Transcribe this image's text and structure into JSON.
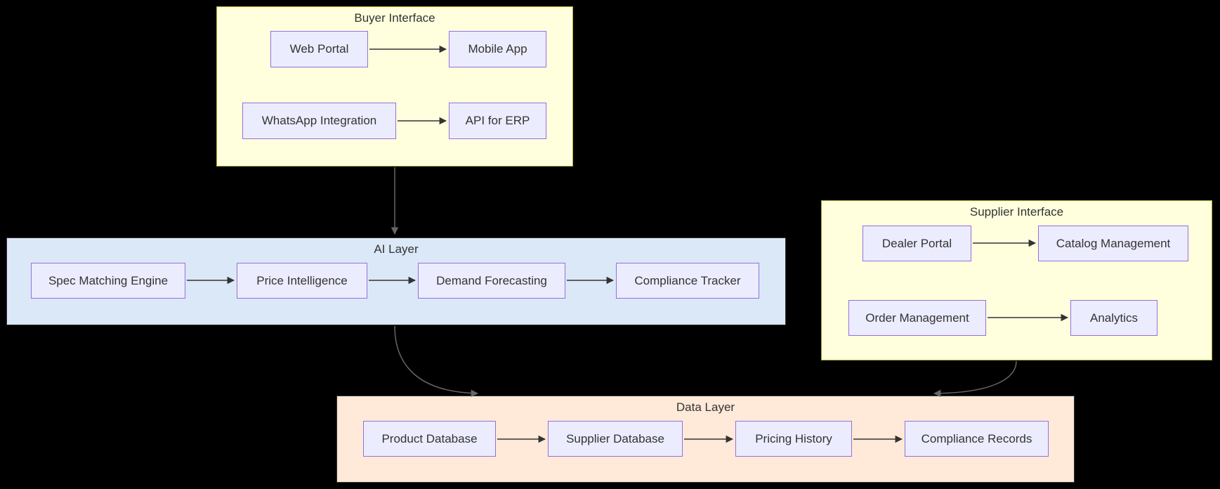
{
  "colors": {
    "background": "#000000",
    "text_color": "#333333",
    "node_fill": "#ECECFF",
    "node_border": "#9370DB",
    "cluster_yellow_fill": "#ffffde",
    "cluster_yellow_border": "#aaaa33",
    "cluster_blue_fill": "#dbe8f7",
    "cluster_peach_fill": "#ffe9d8",
    "cluster_dark_border": "#333333",
    "edge_color": "#333333",
    "outer_edge_color": "#666666"
  },
  "clusters": {
    "buyer_interface": {
      "title": "Buyer Interface",
      "nodes": {
        "web_portal": "Web Portal",
        "mobile_app": "Mobile App",
        "whatsapp_integration": "WhatsApp Integration",
        "api_for_erp": "API for ERP"
      }
    },
    "ai_layer": {
      "title": "AI Layer",
      "nodes": {
        "spec_matching_engine": "Spec Matching Engine",
        "price_intelligence": "Price Intelligence",
        "demand_forecasting": "Demand Forecasting",
        "compliance_tracker": "Compliance Tracker"
      }
    },
    "supplier_interface": {
      "title": "Supplier Interface",
      "nodes": {
        "dealer_portal": "Dealer Portal",
        "catalog_management": "Catalog Management",
        "order_management": "Order Management",
        "analytics": "Analytics"
      }
    },
    "data_layer": {
      "title": "Data Layer",
      "nodes": {
        "product_database": "Product Database",
        "supplier_database": "Supplier Database",
        "pricing_history": "Pricing History",
        "compliance_records": "Compliance Records"
      }
    }
  },
  "edges": [
    {
      "from": "Web Portal",
      "to": "Mobile App"
    },
    {
      "from": "WhatsApp Integration",
      "to": "API for ERP"
    },
    {
      "from": "Spec Matching Engine",
      "to": "Price Intelligence"
    },
    {
      "from": "Price Intelligence",
      "to": "Demand Forecasting"
    },
    {
      "from": "Demand Forecasting",
      "to": "Compliance Tracker"
    },
    {
      "from": "Dealer Portal",
      "to": "Catalog Management"
    },
    {
      "from": "Order Management",
      "to": "Analytics"
    },
    {
      "from": "Product Database",
      "to": "Supplier Database"
    },
    {
      "from": "Supplier Database",
      "to": "Pricing History"
    },
    {
      "from": "Pricing History",
      "to": "Compliance Records"
    },
    {
      "from": "Buyer Interface",
      "to": "AI Layer"
    },
    {
      "from": "AI Layer",
      "to": "Data Layer"
    },
    {
      "from": "Supplier Interface",
      "to": "Data Layer"
    }
  ]
}
